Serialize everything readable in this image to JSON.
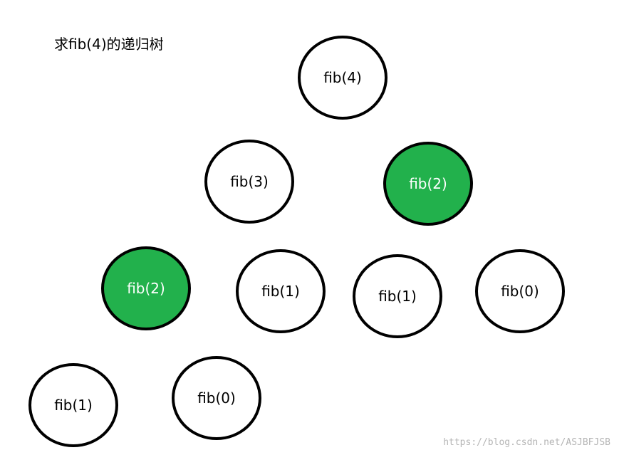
{
  "title": "求fib(4)的递归树",
  "colors": {
    "highlight": "#22b14c",
    "node_fill": "#ffffff",
    "border": "#000000"
  },
  "nodes": [
    {
      "label": "fib(4)",
      "highlight": false
    },
    {
      "label": "fib(3)",
      "highlight": false
    },
    {
      "label": "fib(2)",
      "highlight": true
    },
    {
      "label": "fib(2)",
      "highlight": true
    },
    {
      "label": "fib(1)",
      "highlight": false
    },
    {
      "label": "fib(1)",
      "highlight": false
    },
    {
      "label": "fib(0)",
      "highlight": false
    },
    {
      "label": "fib(1)",
      "highlight": false
    },
    {
      "label": "fib(0)",
      "highlight": false
    }
  ],
  "watermark": "https://blog.csdn.net/ASJBFJSB"
}
